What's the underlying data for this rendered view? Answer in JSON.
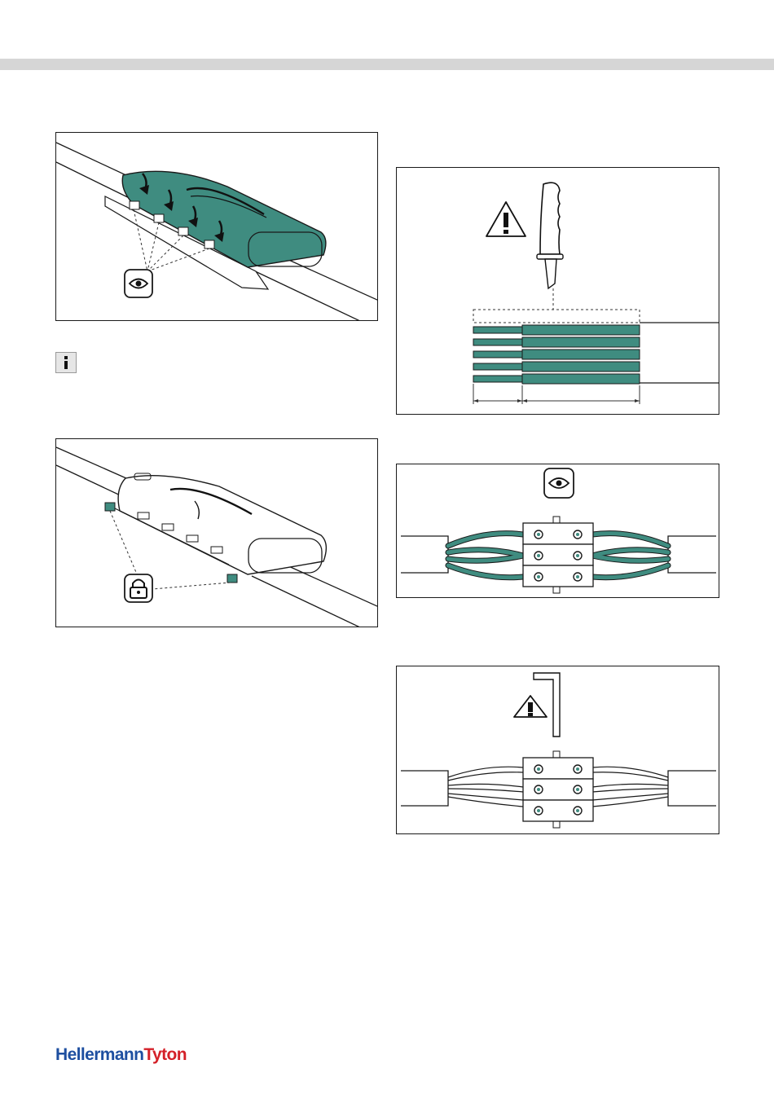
{
  "brand": {
    "name_part1": "Hellermann",
    "name_part2": "Tyton",
    "color_blue": "#1e4fa0",
    "color_red": "#d42028"
  },
  "colors": {
    "teal": "#3f8c80",
    "line": "#1a1a1a",
    "bar": "#d6d6d6"
  },
  "figures": [
    {
      "id": "cover-closing",
      "icons": [
        "eye-icon"
      ]
    },
    {
      "id": "cover-locked",
      "icons": [
        "padlock-icon"
      ]
    },
    {
      "id": "cable-stripping",
      "icons": [
        "warning-icon",
        "knife-icon"
      ]
    },
    {
      "id": "connector-inspection",
      "icons": [
        "eye-icon"
      ]
    },
    {
      "id": "connector-tightening",
      "icons": [
        "warning-icon",
        "hex-key-icon"
      ]
    }
  ],
  "note_icon": "info-icon"
}
